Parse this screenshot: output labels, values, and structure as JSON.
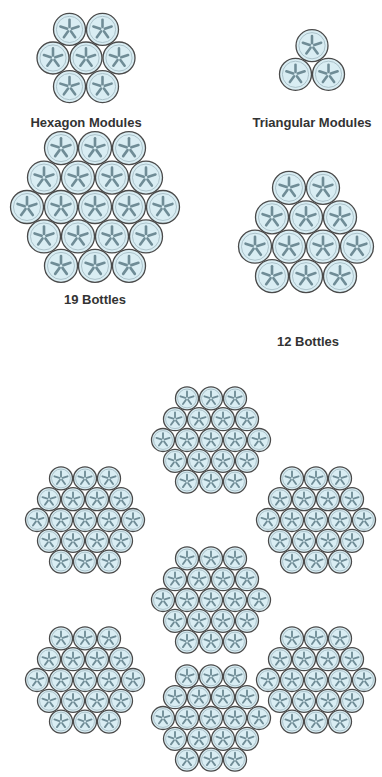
{
  "diagram": {
    "labels": [
      "Hexagon Modules",
      "Triangular Modules",
      "19 Bottles",
      "12 Bottles"
    ]
  }
}
